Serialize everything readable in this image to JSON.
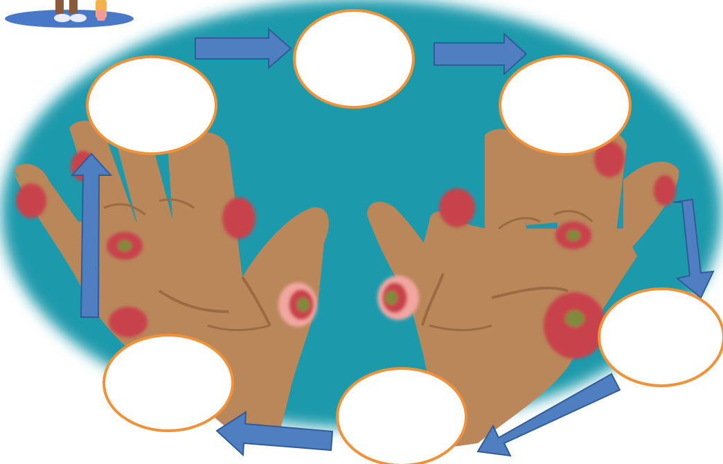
{
  "diagram": {
    "type": "cycle",
    "colors": {
      "background_oval": "#1e9aab",
      "skin": "#b9875a",
      "skin_dark": "#9a6a42",
      "rash": "#c8434b",
      "rash_center": "#7f8b3a",
      "bubble_fill": "#ffffff",
      "bubble_stroke": "#f0923a",
      "arrow_fill": "#4f7fc0",
      "arrow_stroke": "#2f5c97",
      "figure_base": "#4a78c8"
    },
    "steps": [
      {
        "id": "top",
        "label": ""
      },
      {
        "id": "top-right",
        "label": ""
      },
      {
        "id": "right",
        "label": ""
      },
      {
        "id": "bottom-middle",
        "label": ""
      },
      {
        "id": "bottom-left",
        "label": ""
      },
      {
        "id": "top-left",
        "label": ""
      }
    ]
  }
}
